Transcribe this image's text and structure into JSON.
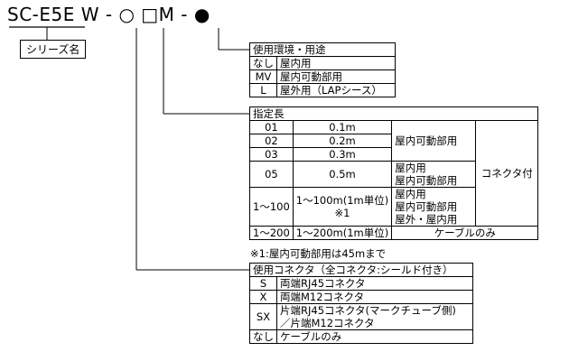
{
  "model": {
    "prefix": "SC-E5E W - ○ □M - ●"
  },
  "series_label": "シリーズ名",
  "environment": {
    "title": "使用環境・用途",
    "rows": [
      {
        "code": "なし",
        "desc": "屋内用"
      },
      {
        "code": "MV",
        "desc": "屋内可動部用"
      },
      {
        "code": "L",
        "desc": "屋外用（LAPシース）"
      }
    ]
  },
  "length": {
    "title": "指定長",
    "rows": [
      {
        "code": "01",
        "len": "0.1m"
      },
      {
        "code": "02",
        "len": "0.2m"
      },
      {
        "code": "03",
        "len": "0.3m"
      },
      {
        "code": "05",
        "len": "0.5m"
      },
      {
        "code": "1～100",
        "len": "1～100m(1m単位)",
        "len2": "※1"
      },
      {
        "code": "1～200",
        "len": "1～200m(1m単位)"
      }
    ],
    "use_a": "屋内可動部用",
    "use_b1": "屋内用",
    "use_b2": "屋内可動部用",
    "use_c1": "屋内用",
    "use_c2": "屋内可動部用",
    "use_c3": "屋外・屋内用",
    "connector": "コネクタ付",
    "cable_only": "ケーブルのみ",
    "note": "※1:屋内可動部用は45mまで"
  },
  "connector": {
    "title": "使用コネクタ（全コネクタ:シールド付き）",
    "rows": [
      {
        "code": "S",
        "desc": "両端RJ45コネクタ"
      },
      {
        "code": "X",
        "desc": "両端M12コネクタ"
      },
      {
        "code": "SX",
        "desc": "片端RJ45コネクタ(マークチューブ側)",
        "desc2": "／片端M12コネクタ"
      },
      {
        "code": "なし",
        "desc": "ケーブルのみ"
      }
    ]
  }
}
